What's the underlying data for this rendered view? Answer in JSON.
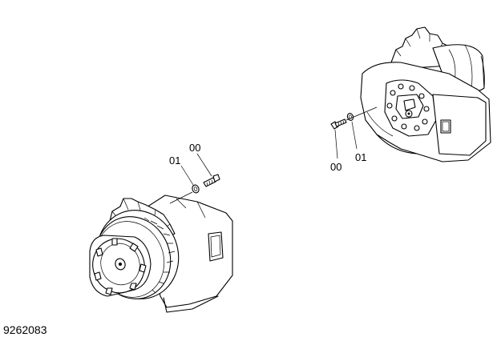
{
  "drawing": {
    "figure_number": "9262083",
    "callouts": {
      "left_bolt": "00",
      "left_washer": "01",
      "right_bolt": "00",
      "right_washer": "01"
    }
  }
}
